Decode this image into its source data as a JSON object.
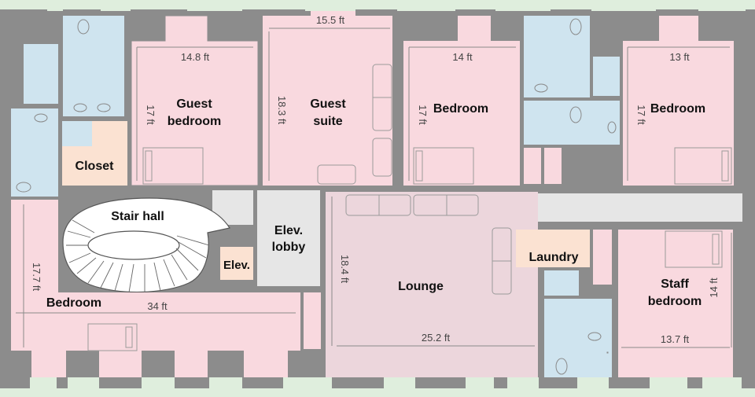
{
  "colors": {
    "wall": "#8c8c8c",
    "bedroom": "#f9d9df",
    "bath": "#cfe4ef",
    "closet": "#fbe2d2",
    "lounge": "#ecd6dc",
    "hall": "#e6e6e6",
    "outside": "#dfeedd",
    "fixture_line": "#8a8a8a",
    "dim_line": "#8a8a8a"
  },
  "rooms": {
    "guest_bedroom": {
      "name_line1": "Guest",
      "name_line2": "bedroom",
      "width": "14.8 ft",
      "depth": "17 ft"
    },
    "guest_suite": {
      "name_line1": "Guest",
      "name_line2": "suite",
      "width": "15.5 ft",
      "depth": "18.3 ft"
    },
    "bedroom_top_mid": {
      "name": "Bedroom",
      "width": "14 ft",
      "depth": "17 ft"
    },
    "bedroom_top_right": {
      "name": "Bedroom",
      "width": "13 ft",
      "depth": "17 ft"
    },
    "closet": {
      "name": "Closet"
    },
    "stair_hall": {
      "name": "Stair hall"
    },
    "elevator": {
      "name": "Elev."
    },
    "elevator_lobby": {
      "name_line1": "Elev.",
      "name_line2": "lobby"
    },
    "lounge": {
      "name": "Lounge",
      "width": "25.2 ft",
      "depth": "18.4 ft"
    },
    "laundry": {
      "name": "Laundry"
    },
    "staff_bedroom": {
      "name_line1": "Staff",
      "name_line2": "bedroom",
      "width": "13.7 ft",
      "depth": "14 ft"
    },
    "bedroom_bottom": {
      "name": "Bedroom",
      "width": "34 ft",
      "depth": "17.7 ft"
    }
  }
}
